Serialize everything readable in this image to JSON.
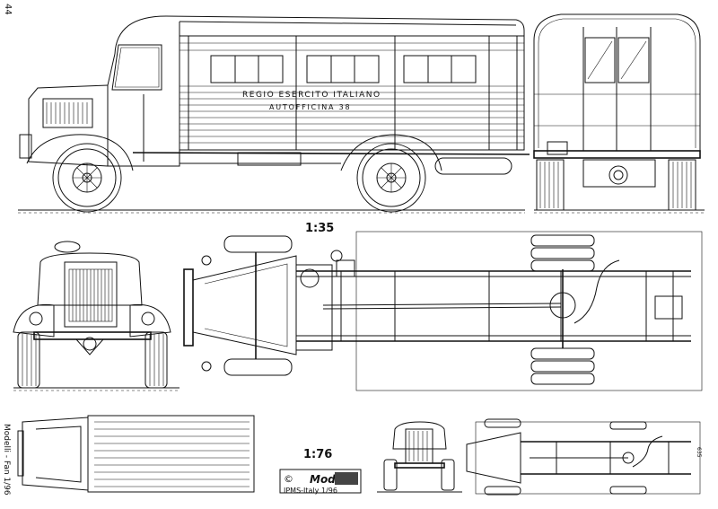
{
  "sheet": {
    "page_number": "44",
    "margin_caption": "Modelli - Fan 1/96",
    "scale_large": "1:35",
    "scale_small": "1:76",
    "side_inscription_1": "REGIO ESERCITO ITALIANO",
    "side_inscription_2": "AUTOFFICINA 38",
    "credit": "IPMS-Italy 1/96",
    "logo_text": "Mod",
    "copyright_mark": "©",
    "small_dim_label": "635"
  }
}
